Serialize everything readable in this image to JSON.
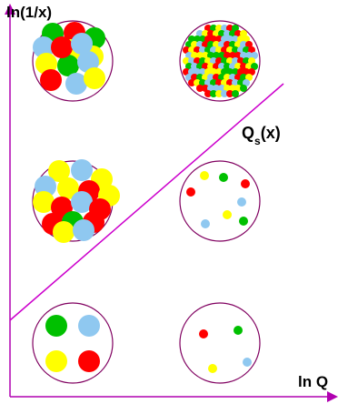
{
  "labels": {
    "y_axis": "ln(1/x)",
    "x_axis": "ln Q",
    "curve_main": "Q",
    "curve_sub": "s",
    "curve_arg": "(x)"
  },
  "colors": {
    "axis": "#b000b0",
    "circle_outline": "#800060",
    "red": "#ff0000",
    "green": "#00c000",
    "yellow": "#ffff00",
    "blue": "#8fc8f0"
  }
}
